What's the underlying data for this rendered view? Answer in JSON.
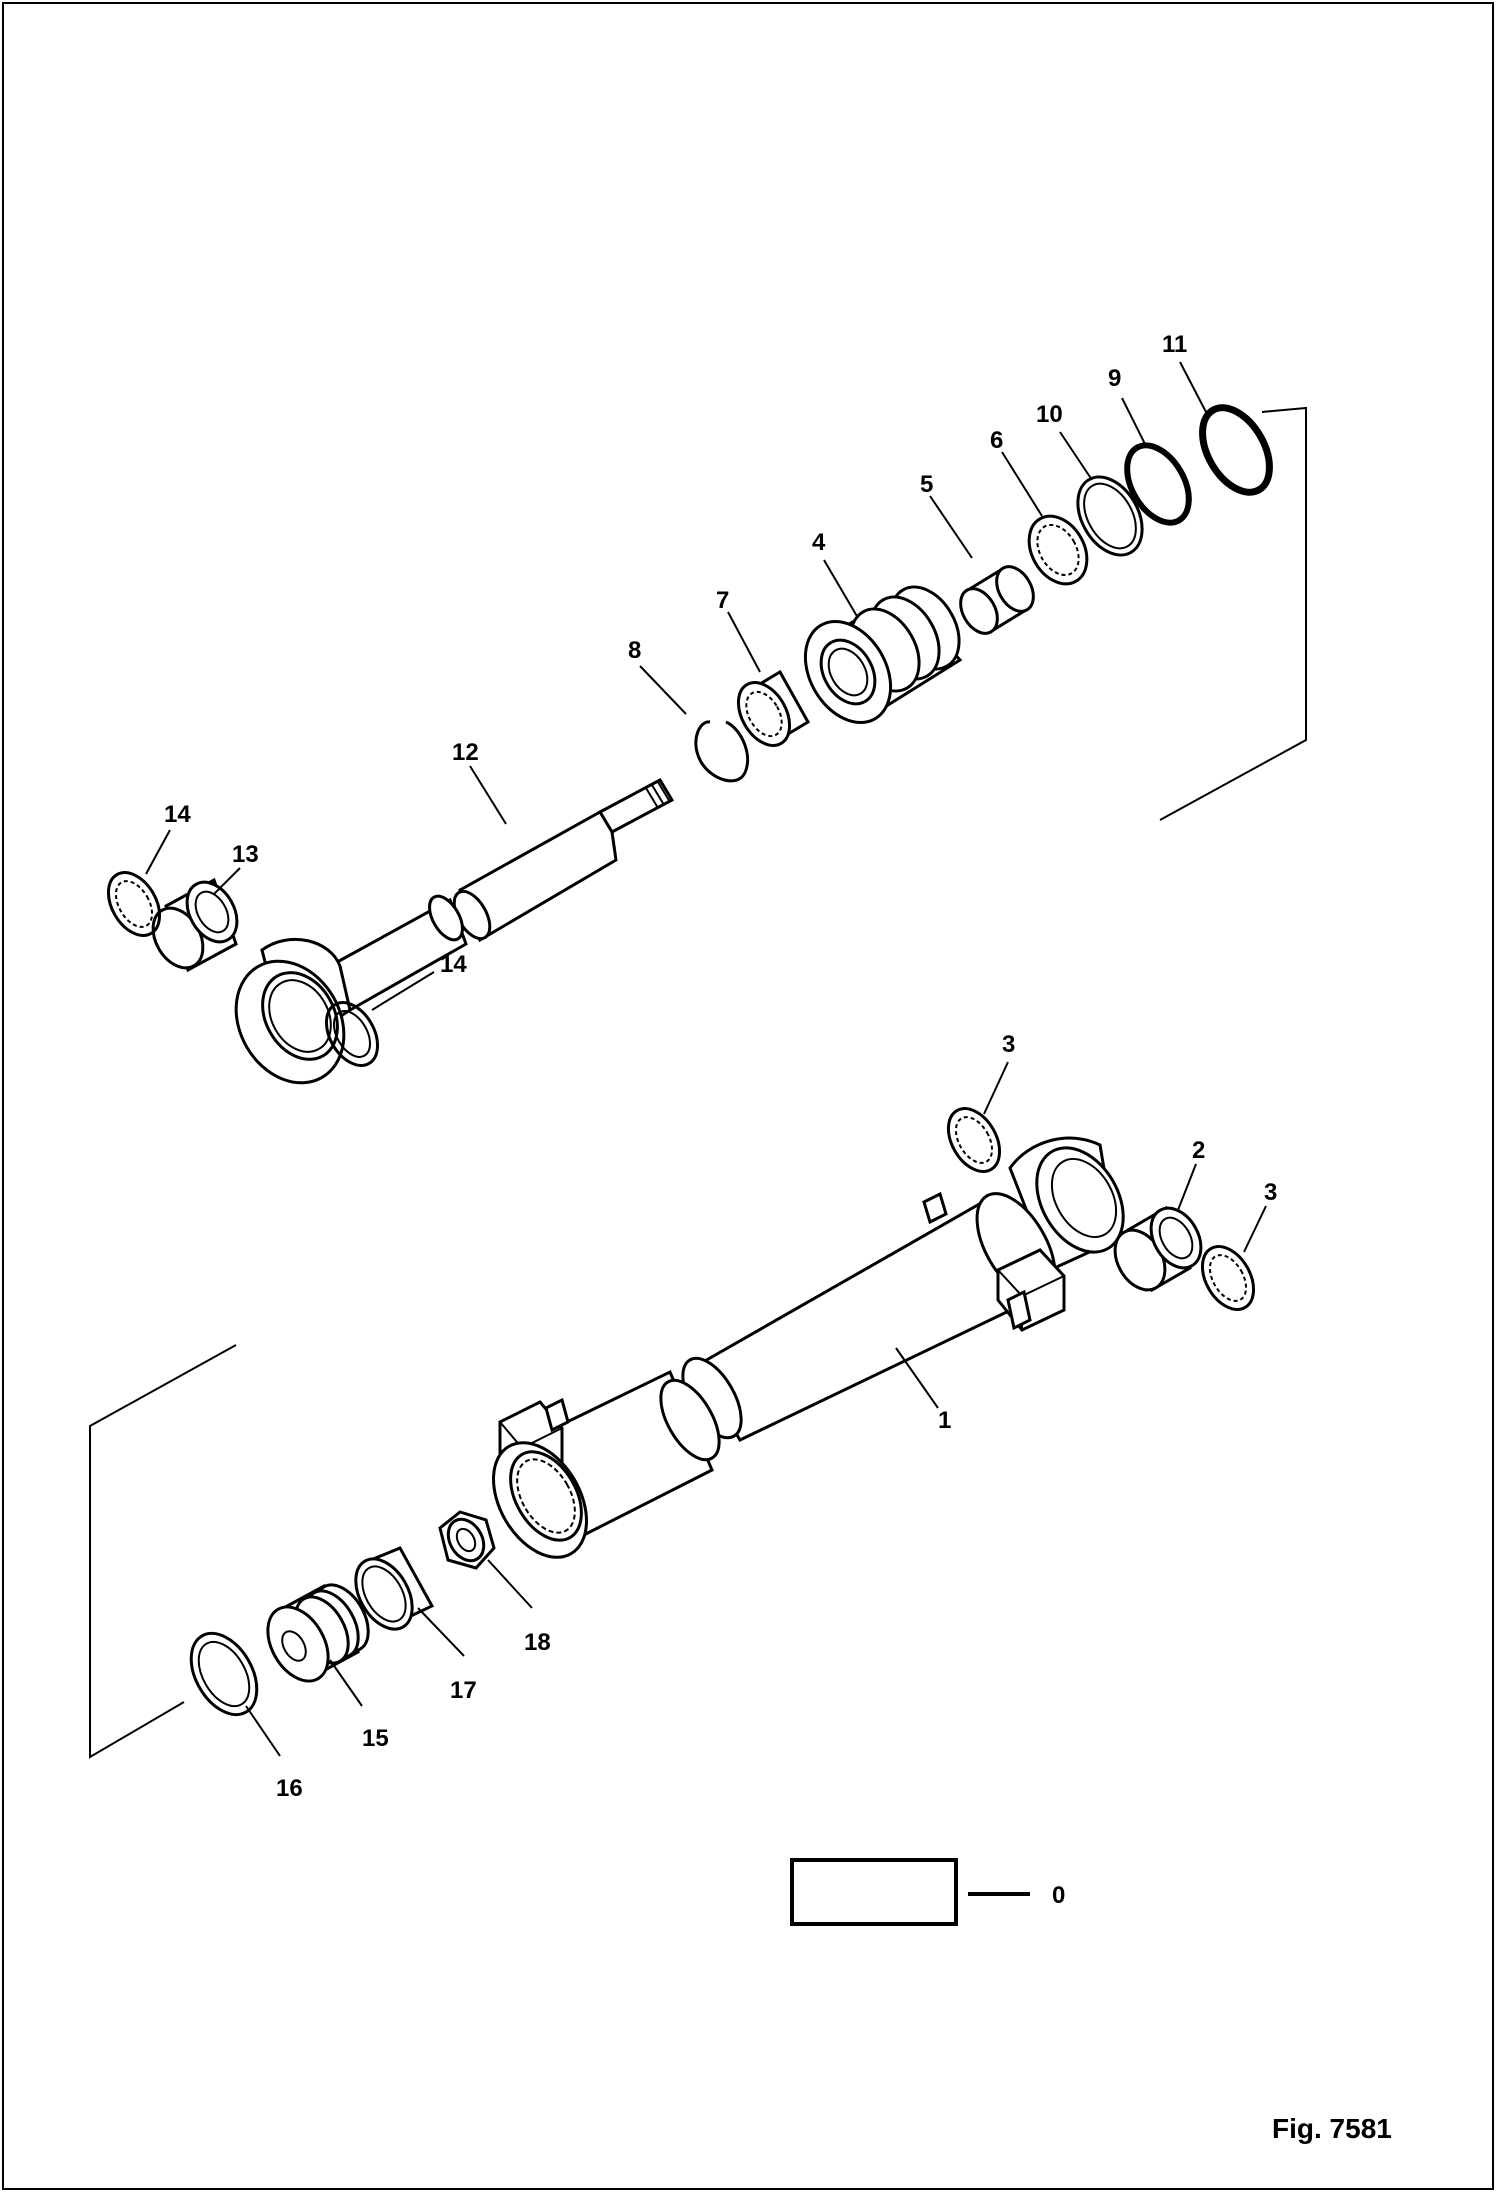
{
  "figure_label": "Fig. 7581",
  "callouts": [
    {
      "id": "c11",
      "text": "11"
    },
    {
      "id": "c9",
      "text": "9"
    },
    {
      "id": "c10",
      "text": "10"
    },
    {
      "id": "c6",
      "text": "6"
    },
    {
      "id": "c5",
      "text": "5"
    },
    {
      "id": "c4",
      "text": "4"
    },
    {
      "id": "c7",
      "text": "7"
    },
    {
      "id": "c8",
      "text": "8"
    },
    {
      "id": "c12",
      "text": "12"
    },
    {
      "id": "c14a",
      "text": "14"
    },
    {
      "id": "c13",
      "text": "13"
    },
    {
      "id": "c14b",
      "text": "14"
    },
    {
      "id": "c3a",
      "text": "3"
    },
    {
      "id": "c2",
      "text": "2"
    },
    {
      "id": "c3b",
      "text": "3"
    },
    {
      "id": "c1",
      "text": "1"
    },
    {
      "id": "c18",
      "text": "18"
    },
    {
      "id": "c17",
      "text": "17"
    },
    {
      "id": "c15",
      "text": "15"
    },
    {
      "id": "c16",
      "text": "16"
    }
  ],
  "kit": {
    "label": "0"
  }
}
